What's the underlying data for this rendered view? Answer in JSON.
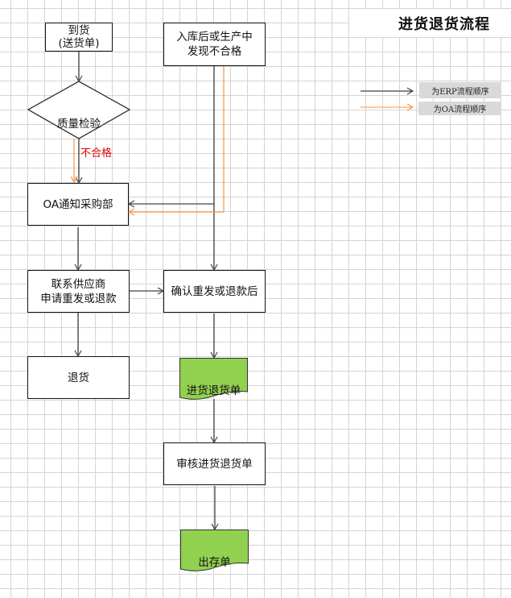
{
  "title": "进货退货流程",
  "legend": [
    {
      "label": "为ERP流程顺序",
      "color": "#000000"
    },
    {
      "label": "为OA流程顺序",
      "color": "#f79646"
    }
  ],
  "nodes": {
    "arrival": "到货\n(送货单)",
    "quality_check": "质量检验",
    "found_defect": "入库后或生产中\n发现不合格",
    "notify_purchasing": "OA通知采购部",
    "contact_supplier": "联系供应商\n申请重发或退款",
    "confirm": "确认重发或退款后",
    "return_goods": "退货",
    "return_slip": "进货退货单",
    "review_slip": "审核进货退货单",
    "stock_out_slip": "出存单"
  },
  "edge_labels": {
    "unqualified": "不合格"
  },
  "colors": {
    "erp_line": "#444444",
    "oa_line": "#f79646",
    "document_fill": "#92d050",
    "unqualified_label": "#e00000",
    "legend_fill": "#d9d9d9"
  }
}
